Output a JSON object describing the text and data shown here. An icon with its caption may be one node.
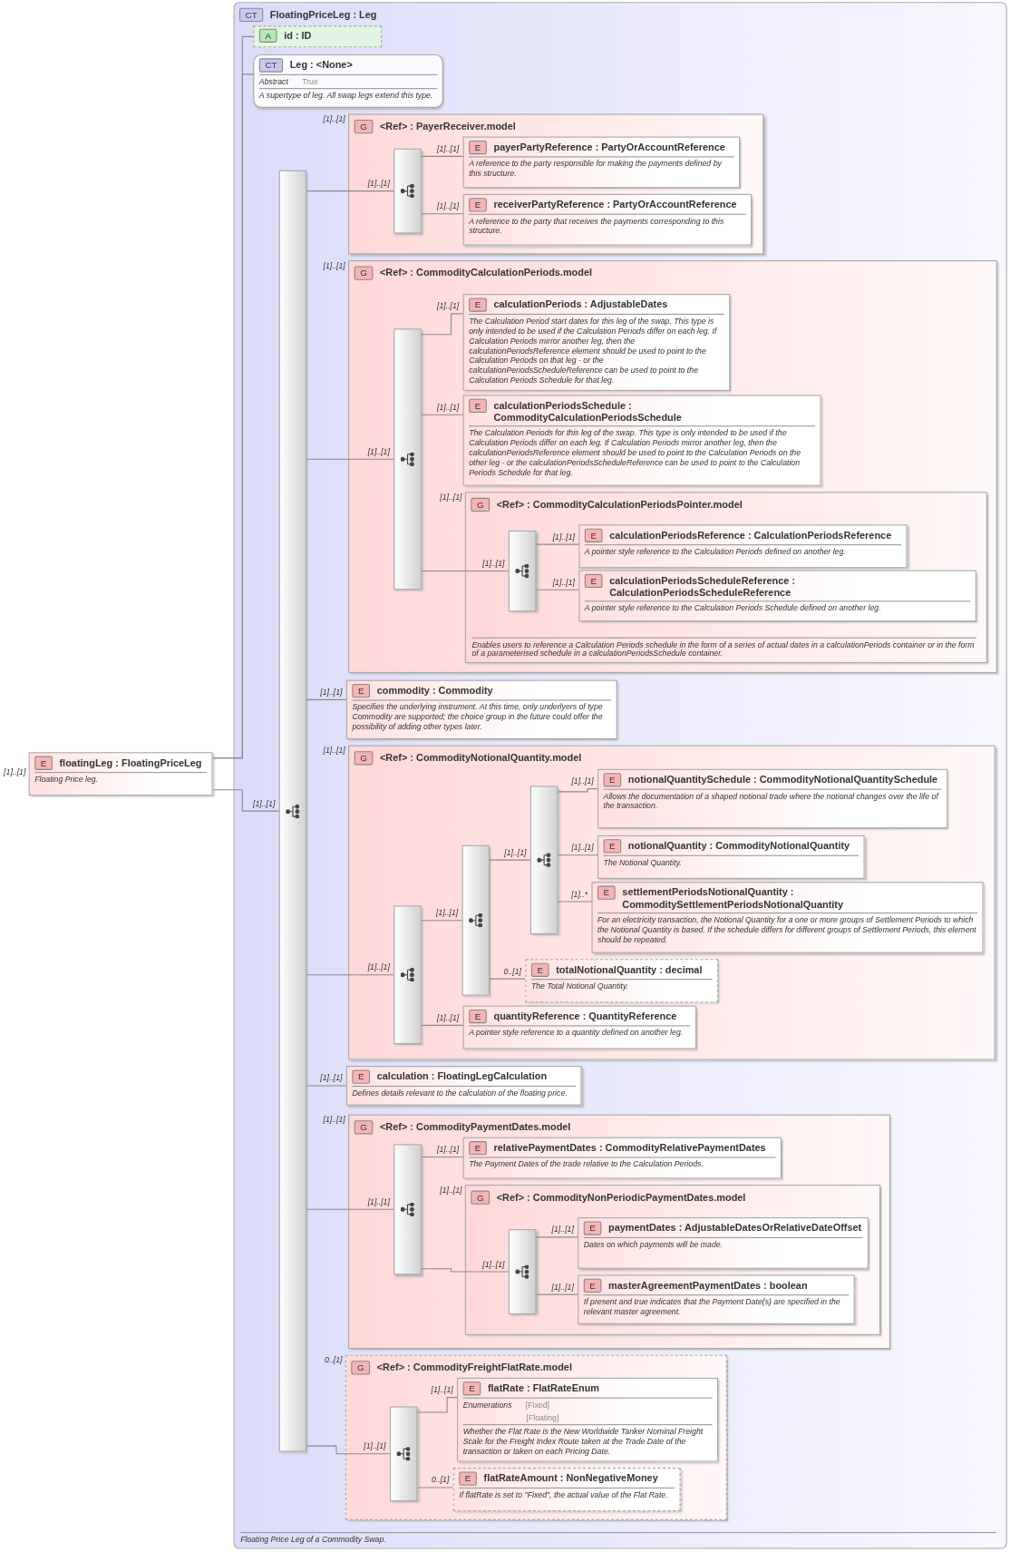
{
  "diagram": {
    "nodes": [
      {
        "text": [
          "E",
          "floatingLeg : FloatingPriceLeg",
          "Floating Price leg."
        ],
        "beside": [
          "[1]..[1]"
        ]
      },
      {
        "text": [
          "CT",
          "FloatingPriceLeg : Leg",
          "Floating Price Leg of a Commodity Swap."
        ]
      },
      {
        "text": [
          "A",
          "id : ID"
        ],
        "in": 1
      },
      {
        "text": [
          "CT",
          "Leg : <None>",
          "Abstract",
          "True",
          "A supertype of leg. All swap legs extend this type."
        ],
        "in": 1
      },
      {
        "text": [],
        "shape": "bar",
        "in": 1
      },
      {
        "text": [
          "G",
          "<Ref> : PayerReceiver.model"
        ],
        "beside": [
          "[1]..[1]"
        ],
        "in": 1
      },
      {
        "text": [],
        "shape": "bar",
        "in": 5
      },
      {
        "text": [
          "E",
          "payerPartyReference : PartyOrAccountReference",
          "A reference to the party responsible for making the payments defined by this structure."
        ],
        "in": 5
      },
      {
        "text": [
          "E",
          "receiverPartyReference : PartyOrAccountReference",
          "A reference to the party that receives the payments corresponding to this structure."
        ],
        "in": 5
      },
      {
        "text": [
          "G",
          "<Ref> : CommodityCalculationPeriods.model"
        ],
        "beside": [
          "[1]..[1]"
        ],
        "in": 1
      },
      {
        "text": [],
        "shape": "bar",
        "in": 9
      },
      {
        "text": [
          "E",
          "calculationPeriods : AdjustableDates",
          "The Calculation Period start dates for this leg of the swap. This type is only intended to be used if the Calculation Periods differ on each leg. If Calculation Periods mirror another leg, then the calculationPeriodsReference element should be used to point to the Calculation Periods on that leg - or the calculationPeriodsScheduleReference can be used to point to the Calculation Periods Schedule for that leg."
        ],
        "in": 9
      },
      {
        "text": [
          "E",
          "calculationPeriodsSchedule : CommodityCalculationPeriodsSchedule",
          "The Calculation Periods for this leg of the swap. This type is only intended to be used if the Calculation Periods differ on each leg. If Calculation Periods mirror another leg, then the calculationPeriodsReference element should be used to point to the Calculation Periods on the other leg - or the calculationPeriodsScheduleReference can be used to point to the Calculation Periods Schedule for that leg."
        ],
        "in": 9
      },
      {
        "text": [
          "G",
          "<Ref> : CommodityCalculationPeriodsPointer.model",
          "Enables users to reference a Calculation Periods schedule in the form of a series of actual dates in a calculationPeriods container or in the form of a parameterised schedule in a calculationPeriodsSchedule container."
        ],
        "beside": [
          "[1]..[1]"
        ],
        "in": 9
      },
      {
        "text": [],
        "shape": "bar",
        "in": 13
      },
      {
        "text": [
          "E",
          "calculationPeriodsReference : CalculationPeriodsReference",
          "A pointer style reference to the Calculation Periods defined on another leg."
        ],
        "in": 13
      },
      {
        "text": [
          "E",
          "calculationPeriodsScheduleReference : CalculationPeriodsScheduleReference",
          "A pointer style reference to the Calculation Periods Schedule defined on another leg."
        ],
        "in": 13
      },
      {
        "text": [
          "E",
          "commodity : Commodity",
          "Specifies the underlying instrument. At this time, only underlyers of type Commodity are supported; the choice group in the future could offer the possibility of adding other types later."
        ],
        "in": 1
      },
      {
        "text": [
          "G",
          "<Ref> : CommodityNotionalQuantity.model"
        ],
        "beside": [
          "[1]..[1]"
        ],
        "in": 1
      },
      {
        "text": [],
        "shape": "bar",
        "in": 18
      },
      {
        "text": [],
        "shape": "bar",
        "in": 18
      },
      {
        "text": [],
        "shape": "bar",
        "in": 18
      },
      {
        "text": [
          "E",
          "notionalQuantitySchedule : CommodityNotionalQuantitySchedule",
          "Allows the documentation of a shaped notional trade where the notional changes over the life of the transaction."
        ],
        "in": 18
      },
      {
        "text": [
          "E",
          "notionalQuantity : CommodityNotionalQuantity",
          "The Notional Quantity."
        ],
        "in": 18
      },
      {
        "text": [
          "E",
          "settlementPeriodsNotionalQuantity : CommoditySettlementPeriodsNotionalQuantity",
          "For an electricity transaction, the Notional Quantity for a one or more groups of Settlement Periods to which the Notional Quantity is based. If the schedule differs for different groups of Settlement Periods, this element should be repeated."
        ],
        "in": 18
      },
      {
        "text": [
          "E",
          "totalNotionalQuantity : decimal",
          "The Total Notional Quantity."
        ],
        "in": 18
      },
      {
        "text": [
          "E",
          "quantityReference : QuantityReference",
          "A pointer style reference to a quantity defined on another leg."
        ],
        "in": 18
      },
      {
        "text": [
          "E",
          "calculation : FloatingLegCalculation",
          "Defines details relevant to the calculation of the floating price."
        ],
        "in": 1
      },
      {
        "text": [
          "G",
          "<Ref> : CommodityPaymentDates.model"
        ],
        "beside": [
          "[1]..[1]"
        ],
        "in": 1
      },
      {
        "text": [],
        "shape": "bar",
        "in": 28
      },
      {
        "text": [
          "E",
          "relativePaymentDates : CommodityRelativePaymentDates",
          "The Payment Dates of the trade relative to the Calculation Periods."
        ],
        "in": 28
      },
      {
        "text": [
          "G",
          "<Ref> : CommodityNonPeriodicPaymentDates.model"
        ],
        "beside": [
          "[1]..[1]"
        ],
        "in": 28
      },
      {
        "text": [],
        "shape": "bar",
        "in": 31
      },
      {
        "text": [
          "E",
          "paymentDates : AdjustableDatesOrRelativeDateOffset",
          "Dates on which payments will be made."
        ],
        "in": 31
      },
      {
        "text": [
          "E",
          "masterAgreementPaymentDates : boolean",
          "If present and true indicates that the Payment Date(s) are specified in the relevant master agreement."
        ],
        "in": 31
      },
      {
        "text": [
          "G",
          "<Ref> : CommodityFreightFlatRate.model"
        ],
        "beside": [
          "0..[1]"
        ],
        "in": 1
      },
      {
        "text": [],
        "shape": "bar",
        "in": 35
      },
      {
        "text": [
          "E",
          "flatRate : FlatRateEnum",
          "Enumerations",
          "[Fixed]",
          "[Floating]",
          "Whether the Flat Rate is the New Worldwide Tanker Nominal Freight Scale for the Freight Index Route taken at the Trade Date of the transaction or taken on each Pricing Date."
        ],
        "in": 35
      },
      {
        "text": [
          "E",
          "flatRateAmount : NonNegativeMoney",
          "If flatRate is set to \"Fixed\", the actual value of the Flat Rate."
        ],
        "in": 35
      }
    ],
    "edges": [
      {
        "from": 0,
        "to": 2,
        "arrow": "none"
      },
      {
        "from": 0,
        "to": 3,
        "arrow": "none"
      },
      {
        "from": 0,
        "to": 4,
        "arrow": "none",
        "label": "[1]..[1]"
      },
      {
        "from": 4,
        "to": 6,
        "arrow": "none",
        "label": "[1]..[1]"
      },
      {
        "from": 6,
        "to": 7,
        "arrow": "none",
        "label": "[1]..[1]"
      },
      {
        "from": 6,
        "to": 8,
        "arrow": "none",
        "label": "[1]..[1]"
      },
      {
        "from": 4,
        "to": 10,
        "arrow": "none",
        "label": "[1]..[1]"
      },
      {
        "from": 10,
        "to": 11,
        "arrow": "none",
        "label": "[1]..[1]"
      },
      {
        "from": 10,
        "to": 12,
        "arrow": "none",
        "label": "[1]..[1]"
      },
      {
        "from": 10,
        "to": 14,
        "arrow": "none",
        "label": "[1]..[1]"
      },
      {
        "from": 14,
        "to": 15,
        "arrow": "none",
        "label": "[1]..[1]"
      },
      {
        "from": 14,
        "to": 16,
        "arrow": "none",
        "label": "[1]..[1]"
      },
      {
        "from": 4,
        "to": 17,
        "arrow": "none",
        "label": "[1]..[1]"
      },
      {
        "from": 4,
        "to": 19,
        "arrow": "none",
        "label": "[1]..[1]"
      },
      {
        "from": 19,
        "to": 20,
        "arrow": "none",
        "label": "[1]..[1]"
      },
      {
        "from": 20,
        "to": 21,
        "arrow": "none",
        "label": "[1]..[1]"
      },
      {
        "from": 21,
        "to": 22,
        "arrow": "none",
        "label": "[1]..[1]"
      },
      {
        "from": 21,
        "to": 23,
        "arrow": "none",
        "label": "[1]..[1]"
      },
      {
        "from": 21,
        "to": 24,
        "arrow": "none",
        "label": "[1]..*"
      },
      {
        "from": 20,
        "to": 25,
        "arrow": "none",
        "label": "0..[1]"
      },
      {
        "from": 19,
        "to": 26,
        "arrow": "none",
        "label": "[1]..[1]"
      },
      {
        "from": 4,
        "to": 27,
        "arrow": "none",
        "label": "[1]..[1]"
      },
      {
        "from": 4,
        "to": 29,
        "arrow": "none",
        "label": "[1]..[1]"
      },
      {
        "from": 29,
        "to": 30,
        "arrow": "none",
        "label": "[1]..[1]"
      },
      {
        "from": 29,
        "to": 32,
        "arrow": "none",
        "label": "[1]..[1]"
      },
      {
        "from": 32,
        "to": 33,
        "arrow": "none",
        "label": "[1]..[1]"
      },
      {
        "from": 32,
        "to": 34,
        "arrow": "none",
        "label": "[1]..[1]"
      },
      {
        "from": 4,
        "to": 36,
        "arrow": "none",
        "label": "[1]..[1]"
      },
      {
        "from": 36,
        "to": 37,
        "arrow": "none",
        "label": "[1]..[1]"
      },
      {
        "from": 36,
        "to": 38,
        "arrow": "none",
        "label": "0..[1]"
      }
    ]
  }
}
